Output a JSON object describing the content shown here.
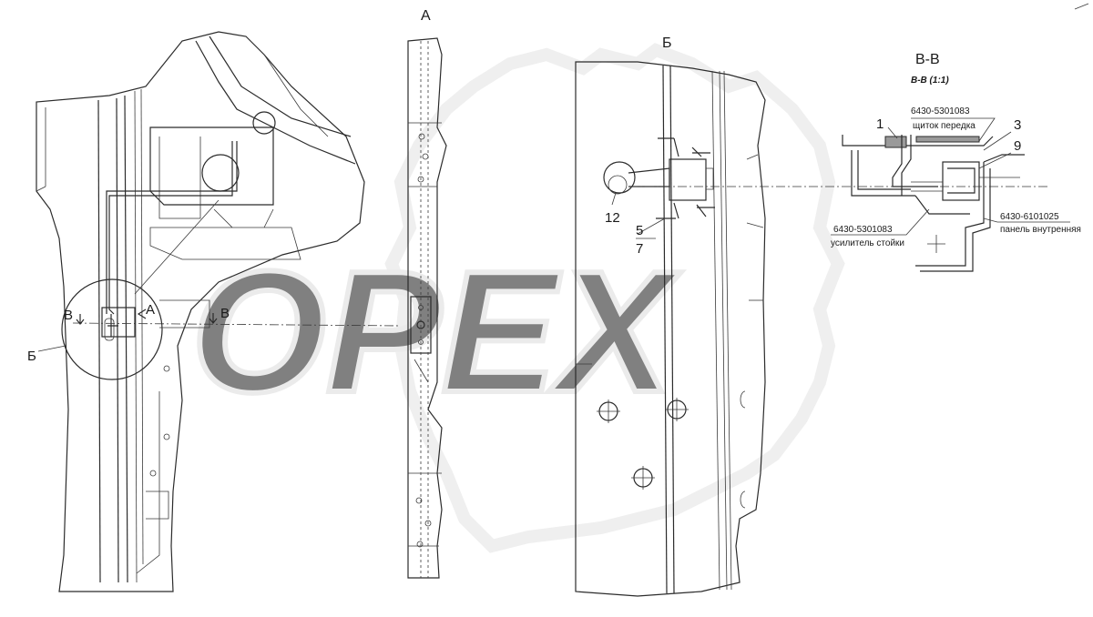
{
  "views": {
    "view_a_label": "А",
    "view_b_label": "Б",
    "view_vv_label": "В-В",
    "section_scale": "В-В (1:1)"
  },
  "main_view": {
    "cut_a": "А",
    "cut_v_left": "В",
    "cut_v_right": "В",
    "detail_b": "Б"
  },
  "detail_b_items": [
    "12",
    "5",
    "7"
  ],
  "section_items": [
    "1",
    "3",
    "9"
  ],
  "parts": [
    {
      "code": "6430-5301083",
      "name": "щиток передка"
    },
    {
      "code": "6430-5301083",
      "name": "усилитель стойки"
    },
    {
      "code": "6430-6101025",
      "name": "панель внутренняя"
    }
  ],
  "watermark": "OPEX",
  "colors": {
    "line": "#2b2b2b",
    "watermark": "#d9d9d9"
  }
}
